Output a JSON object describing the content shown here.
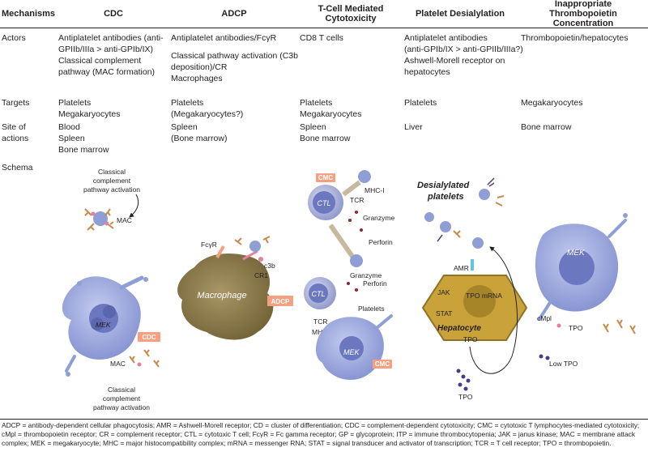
{
  "headers": {
    "mechanisms": "Mechanisms",
    "cdc": "CDC",
    "adcp": "ADCP",
    "tcell_1": "T-Cell Mediated",
    "tcell_2": "Cytotoxicity",
    "platelet": "Platelet Desialylation",
    "tpo_1": "Inappropriate",
    "tpo_2": "Thrombopoietin Concentration"
  },
  "rows": {
    "actors": {
      "label": "Actors",
      "cdc": [
        "Antiplatelet antibodies (anti-",
        "GPIIb/IIIa > anti-GPIb/IX)",
        "Classical complement",
        "pathway (MAC formation)"
      ],
      "adcp": [
        "Antiplatelet antibodies/FcγR",
        "",
        "Classical pathway activation (C3b",
        "deposition)/CR",
        "Macrophages"
      ],
      "tcell": [
        "CD8 T cells"
      ],
      "platelet": [
        "Antiplatelet antibodies",
        "(anti-GPIb/IX > anti-GPIIb/IIIa?)",
        "Ashwell-Morell receptor on",
        "hepatocytes"
      ],
      "tpo": [
        "Thrombopoietin/hepatocytes"
      ]
    },
    "targets": {
      "label": "Targets",
      "cdc": [
        "Platelets",
        "Megakaryocytes"
      ],
      "adcp": [
        "Platelets",
        "(Megakaryocytes?)"
      ],
      "tcell": [
        "Platelets",
        "Megakaryocytes"
      ],
      "platelet": [
        "Platelets"
      ],
      "tpo": [
        "Megakaryocytes"
      ]
    },
    "site": {
      "label_1": "Site of",
      "label_2": "actions",
      "cdc": [
        "Blood",
        "Spleen",
        "Bone marrow"
      ],
      "adcp": [
        "Spleen",
        "(Bone marrow)"
      ],
      "tcell": [
        "Spleen",
        "Bone marrow"
      ],
      "platelet": [
        "Liver"
      ],
      "tpo": [
        "Bone marrow"
      ]
    },
    "schema": {
      "label": "Schema"
    }
  },
  "diagram": {
    "cdc": {
      "activation_top": [
        "Classical",
        "complement",
        "pathway activation"
      ],
      "mac_top": "MAC",
      "mek": "MEK",
      "badge": "CDC",
      "mac_bottom": "MAC",
      "activation_bottom": [
        "Classical",
        "complement",
        "pathway activation"
      ]
    },
    "adcp": {
      "fcgr": "FcγR",
      "c3b": "c3b",
      "cr1": "CR1",
      "macrophage": "Macrophage",
      "badge": "ADCP"
    },
    "tcell": {
      "badge_top": "CMC",
      "ctl_top": "CTL",
      "mhc_top": "MHC-I",
      "tcr_top": "TCR",
      "granzyme_top": "Granzyme",
      "perforin_top": "Perforin",
      "granzyme_bottom": "Granzyme",
      "perforin_bottom": "Perforin",
      "ctl_bottom": "CTL",
      "platelets": "Platelets",
      "tcr_bottom": "TCR",
      "mhc_bottom": "MHC-I",
      "mek": "MEK",
      "badge_bottom": "CMC"
    },
    "platelet": {
      "desialylated": [
        "Desialylated",
        "platelets"
      ],
      "amr": "AMR",
      "jak": "JAK",
      "stat": "STAT",
      "tpo_mrna": "TPO mRNA",
      "hepatocyte": "Hepatocyte",
      "tpo_cell": "TPO",
      "tpo_released": "TPO"
    },
    "tpo": {
      "mek": "MEK",
      "cmpl": "cMpl",
      "tpo": "TPO",
      "low_tpo": "Low TPO"
    }
  },
  "colors": {
    "cell_body": "#8f9fd6",
    "cell_light": "#b7c1e8",
    "nucleus": "#6b78bf",
    "macrophage": "#8a7a4a",
    "hepatocyte": "#c9a33a",
    "antibody": "#c68a4a",
    "badge": "#f4a081",
    "receptor_cyan": "#5bc8e0"
  },
  "footnote": "ADCP = antibody-dependent cellular phagocytosis; AMR = Ashwell-Morell receptor; CD = cluster of differentiation; CDC = complement-dependent cytotoxicity; CMC = cytotoxic T lymphocytes-mediated cytotoxicity; cMpl = thrombopoietin receptor; CR = complement receptor; CTL = cytotoxic T cell; FcγR = Fc gamma receptor; GP = glycoprotein; ITP = immune thrombocytopenia; JAK = janus kinase; MAC = membrane attack complex; MEK = megakaryocyte; MHC = major histocompatibility complex; mRNA = messenger RNA; STAT = signal transducer and activator of transcription; TCR = T cell receptor; TPO = thrombopoietin."
}
